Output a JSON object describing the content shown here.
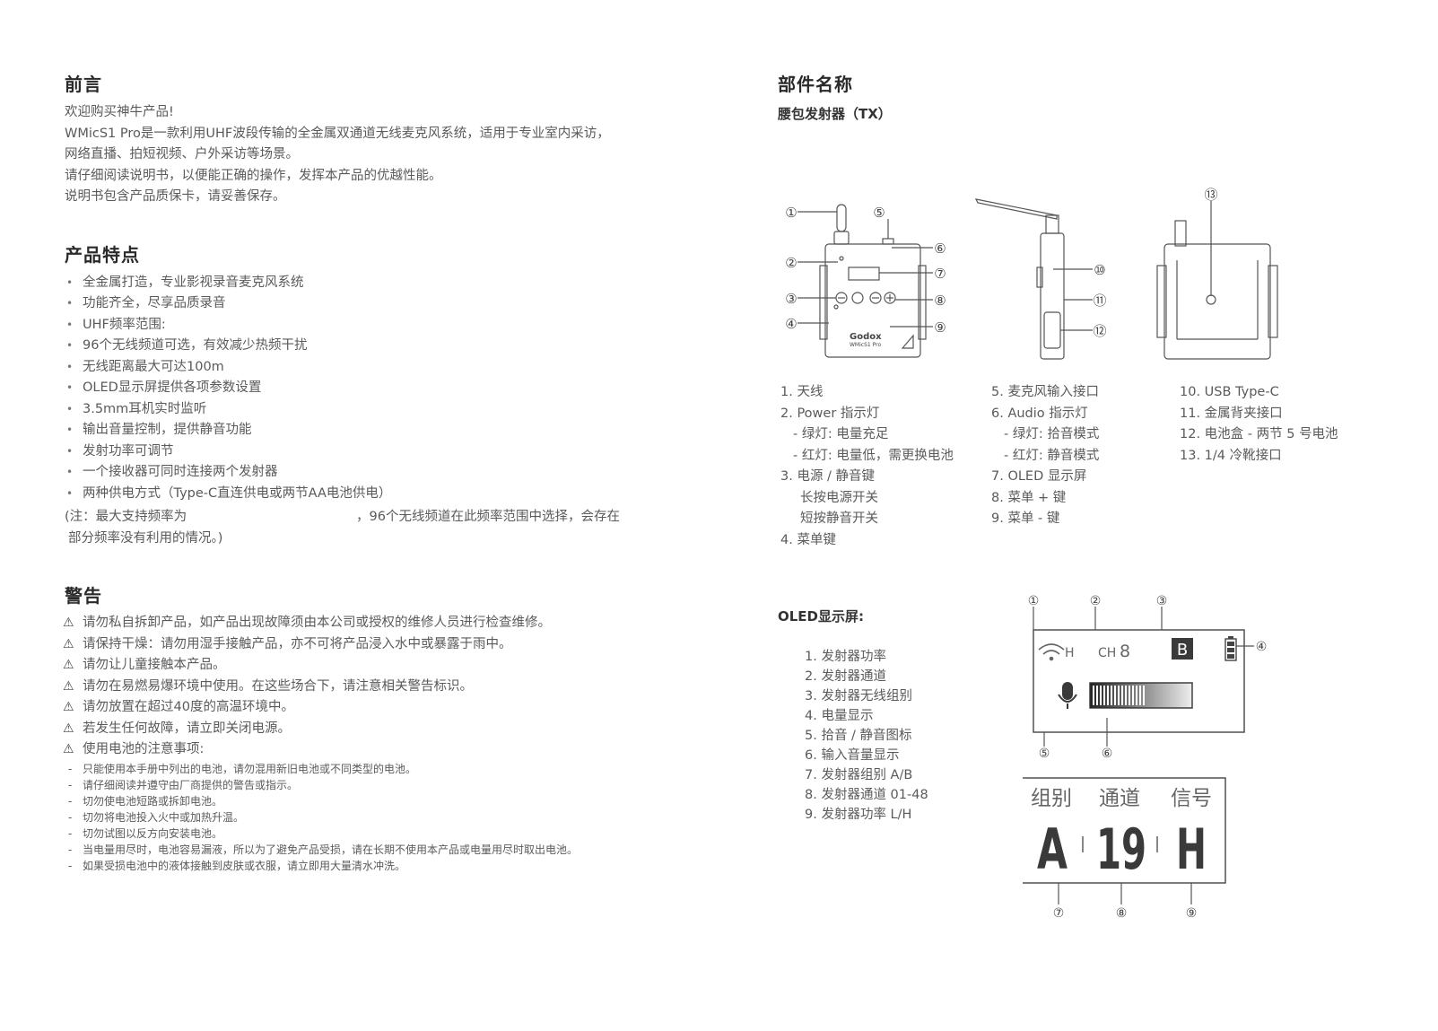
{
  "left": {
    "preface": {
      "title": "前言",
      "lines": [
        "欢迎购买神牛产品!",
        "WMicS1 Pro是一款利用UHF波段传输的全金属双通道无线麦克风系统，适用于专业室内采访，",
        "网络直播、拍短视频、户外采访等场景。",
        "请仔细阅读说明书，以便能正确的操作，发挥本产品的优越性能。",
        "说明书包含产品质保卡，请妥善保存。"
      ]
    },
    "features": {
      "title": "产品特点",
      "items": [
        "全金属打造，专业影视录音麦克风系统",
        "功能齐全，尽享品质录音",
        "UHF频率范围:",
        "96个无线频道可选，有效减少热频干扰",
        "无线距离最大可达100m",
        "OLED显示屏提供各项参数设置",
        "3.5mm耳机实时监听",
        "输出音量控制，提供静音功能",
        "发射功率可调节",
        "一个接收器可同时连接两个发射器",
        "两种供电方式（Type-C直连供电或两节AA电池供电）"
      ],
      "note_a": "(注：最大支持频率为",
      "note_b": "，96个无线频道在此频率范围中选择，会存在",
      "note_c": "部分频率没有利用的情况。)"
    },
    "warning": {
      "title": "警告",
      "icon": "warning-triangle-icon",
      "items": [
        "请勿私自拆卸产品，如产品出现故障须由本公司或授权的维修人员进行检查维修。",
        "请保持干燥：请勿用湿手接触产品，亦不可将产品浸入水中或暴露于雨中。",
        "请勿让儿童接触本产品。",
        "请勿在易燃易爆环境中使用。在这些场合下，请注意相关警告标识。",
        "请勿放置在超过40度的高温环境中。",
        "若发生任何故障，请立即关闭电源。",
        "使用电池的注意事项:"
      ],
      "battery": [
        "只能使用本手册中列出的电池，请勿混用新旧电池或不同类型的电池。",
        "请仔细阅读并遵守由厂商提供的警告或指示。",
        "切勿使电池短路或拆卸电池。",
        "切勿将电池投入火中或加热升温。",
        "切勿试图以反方向安装电池。",
        "当电量用尽时，电池容易漏液，所以为了避免产品受损，请在长期不使用本产品或电量用尽时取出电池。",
        "如果受损电池中的液体接触到皮肤或衣服，请立即用大量清水冲洗。"
      ]
    }
  },
  "right": {
    "parts": {
      "title": "部件名称",
      "subtitle": "腰包发射器（TX）",
      "callouts": [
        "①",
        "②",
        "③",
        "④",
        "⑤",
        "⑥",
        "⑦",
        "⑧",
        "⑨",
        "⑩",
        "⑪",
        "⑫",
        "⑬"
      ],
      "device_brand": "Godox",
      "device_model": "WMicS1 Pro",
      "col1": [
        "1.  天线",
        "2.  Power 指示灯",
        "    - 绿灯:  电量充足",
        "    - 红灯:  电量低，需更换电池",
        "3.  电源 / 静音键",
        "      长按电源开关",
        "      短按静音开关",
        "4.  菜单键"
      ],
      "col2": [
        "5.  麦克风输入接口",
        "6.  Audio 指示灯",
        "    - 绿灯:  拾音模式",
        "    - 红灯:  静音模式",
        "7.  OLED 显示屏",
        "8.  菜单 + 键",
        "9.  菜单 - 键"
      ],
      "col3": [
        "10.  USB Type-C",
        "11.  金属背夹接口",
        "12.  电池盒 - 两节 5 号电池",
        "13.  1/4 冷靴接口"
      ]
    },
    "oled": {
      "title": "OLED显示屏:",
      "items": [
        "1. 发射器功率",
        "2. 发射器通道",
        "3. 发射器无线组别",
        "4. 电量显示",
        "5. 拾音 / 静音图标",
        "6. 输入音量显示",
        "7. 发射器组别 A/B",
        "8. 发射器通道 01-48",
        "9. 发射器功率 L/H"
      ],
      "screen": {
        "power_level": "H",
        "channel_label": "CH",
        "channel": "8",
        "group": "B",
        "input_level_fraction": 0.55
      },
      "big": {
        "labels": [
          "组别",
          "通道",
          "信号"
        ],
        "values": [
          "A",
          "19",
          "H"
        ]
      }
    }
  }
}
